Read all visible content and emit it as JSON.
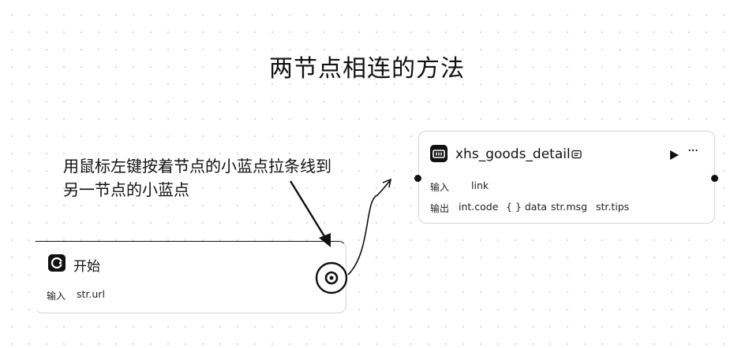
{
  "title": "两节点相连的方法",
  "annotation": {
    "line1": "用鼠标左键按着节点的小蓝点拉条线到",
    "line2": "另一节点的小蓝点"
  },
  "start_node": {
    "title": "开始",
    "icon": "start-node-icon",
    "input_label": "输入",
    "inputs": [
      "str.url"
    ]
  },
  "detail_node": {
    "title": "xhs_goods_detail",
    "icon": "goods-detail-node-icon",
    "icon_text": "ℹ",
    "input_label": "输入",
    "inputs": [
      "link"
    ],
    "output_label": "输出",
    "outputs": [
      "int.code",
      "{ } data",
      "str.msg",
      "str.tips"
    ],
    "more_label": "···"
  }
}
